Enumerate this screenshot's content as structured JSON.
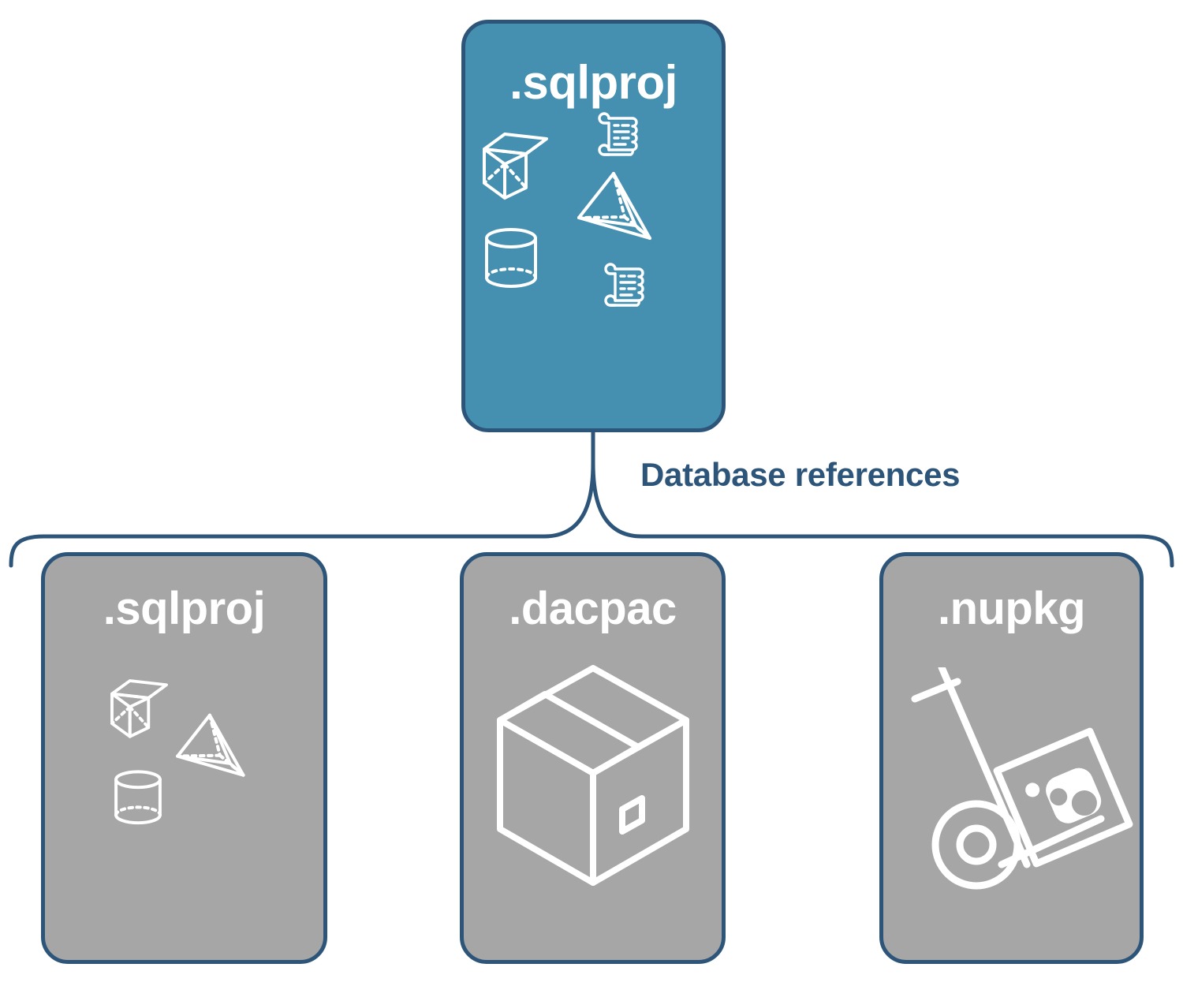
{
  "diagram": {
    "title_text": "Database references",
    "colors": {
      "accent_teal": "#4590b0",
      "neutral_gray": "#a6a6a6",
      "outline_navy": "#2d5579",
      "icon_white": "#ffffff",
      "background": "#ffffff"
    }
  },
  "root_node": {
    "label": ".sqlproj",
    "fill": "#4590b0",
    "icons": [
      "cube-icon",
      "scroll-icon",
      "pyramid-icon",
      "cylinder-icon",
      "scroll-icon"
    ]
  },
  "connector": {
    "label": "Database references",
    "style": "brace",
    "color": "#2d5579"
  },
  "reference_nodes": [
    {
      "label": ".sqlproj",
      "fill": "#a6a6a6",
      "icons": [
        "cube-icon",
        "pyramid-icon",
        "cylinder-icon"
      ]
    },
    {
      "label": ".dacpac",
      "fill": "#a6a6a6",
      "icons": [
        "package-box-icon"
      ]
    },
    {
      "label": ".nupkg",
      "fill": "#a6a6a6",
      "icons": [
        "hand-truck-icon",
        "nuget-package-icon"
      ]
    }
  ]
}
